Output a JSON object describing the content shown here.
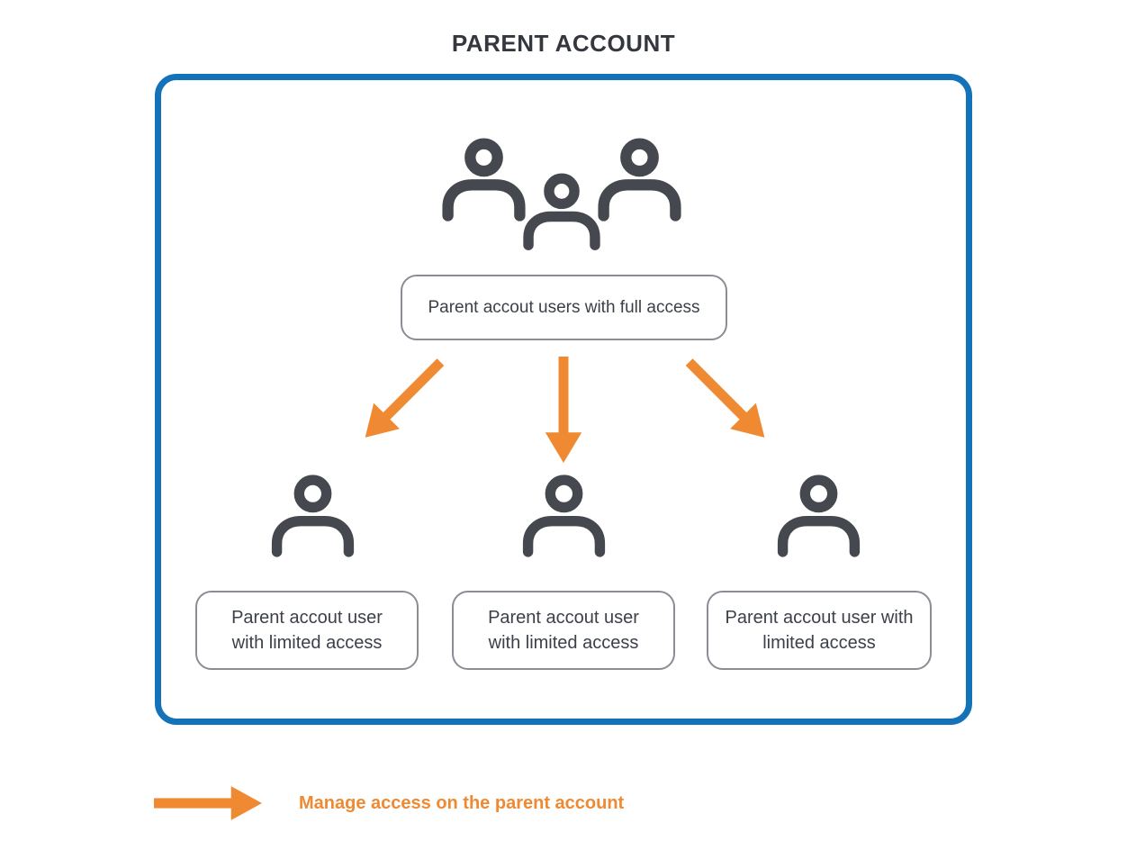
{
  "title": "PARENT ACCOUNT",
  "diagram": {
    "full_access_box": {
      "label": "Parent accout users with full access"
    },
    "limited_boxes": [
      {
        "label": "Parent accout user with limited access"
      },
      {
        "label": "Parent accout user with limited access"
      },
      {
        "label": "Parent accout user with limited access"
      }
    ]
  },
  "legend": {
    "label": "Manage access on the parent account"
  },
  "icons": {
    "top": "group-users-icon",
    "members": "user-icon",
    "flow": "arrow-icon"
  },
  "colors": {
    "container_border_blue": "#1372b8",
    "arrow_orange": "#ef8a32",
    "icon_dark_gray": "#45484f",
    "pill_border_gray": "#8b8d95",
    "text_dark": "#34373e"
  }
}
